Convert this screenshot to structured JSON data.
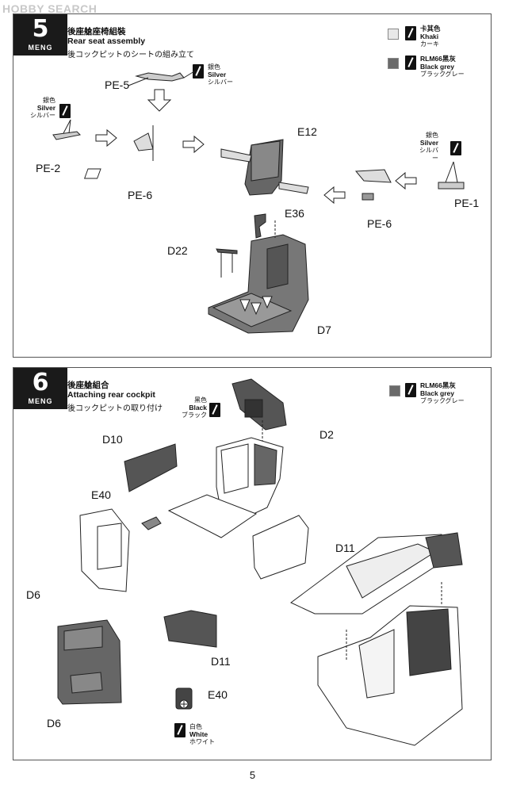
{
  "watermark": "HOBBY SEARCH",
  "brand": "MENG",
  "step5": {
    "number": "5",
    "title_jp": "後座艙座椅組裝",
    "title_en": "Rear seat assembly",
    "title_jp2": "後コックピットのシートの組み立て",
    "legend": [
      {
        "cn": "卡其色",
        "en": "Khaki",
        "jp": "カーキ",
        "swatch": "#e8e8e8"
      },
      {
        "cn": "RLM66黑灰",
        "en": "Black grey",
        "jp": "ブラックグレー",
        "swatch": "#6a6a6a"
      }
    ],
    "paint_pe5": {
      "cn": "銀色",
      "en": "Silver",
      "jp": "シルバー"
    },
    "paint_pe2": {
      "cn": "銀色",
      "en": "Silver",
      "jp": "シルバー"
    },
    "paint_pe1": {
      "cn": "銀色",
      "en": "Silver",
      "jp": "シルバー"
    },
    "labels": {
      "pe5": "PE-5",
      "pe2": "PE-2",
      "pe6a": "PE-6",
      "e12": "E12",
      "e36": "E36",
      "pe6b": "PE-6",
      "pe1": "PE-1",
      "d22": "D22",
      "d7": "D7"
    }
  },
  "step6": {
    "number": "6",
    "title_jp": "後座艙組合",
    "title_en": "Attaching rear cockpit",
    "title_jp2": "後コックピットの取り付け",
    "legend": [
      {
        "cn": "RLM66黑灰",
        "en": "Black grey",
        "jp": "ブラックグレー",
        "swatch": "#6a6a6a"
      }
    ],
    "paint_d2": {
      "cn": "黑色",
      "en": "Black",
      "jp": "ブラック"
    },
    "paint_e40": {
      "cn": "白色",
      "en": "White",
      "jp": "ホワイト"
    },
    "labels": {
      "d10": "D10",
      "d2": "D2",
      "e40a": "E40",
      "d11a": "D11",
      "d6a": "D6",
      "d11b": "D11",
      "e40b": "E40",
      "d6b": "D6"
    }
  },
  "page_number": "5"
}
